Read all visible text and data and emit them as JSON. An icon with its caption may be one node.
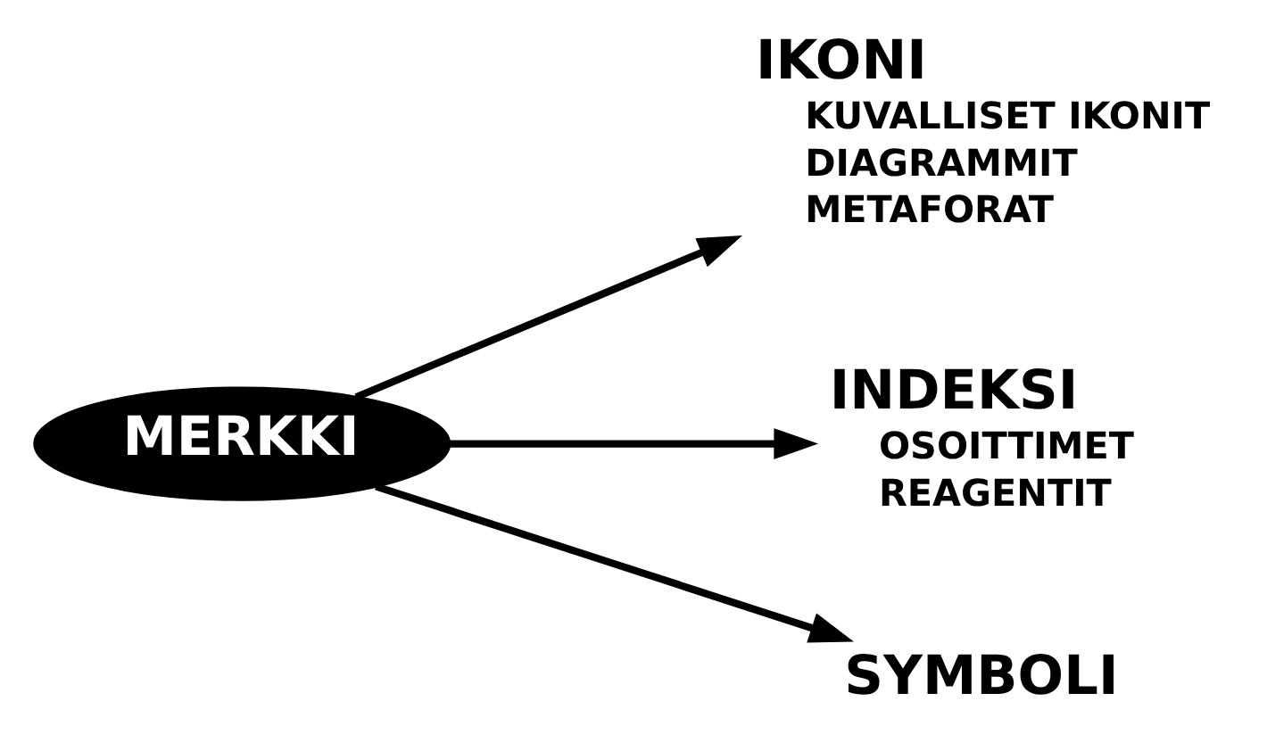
{
  "diagram": {
    "nodes": [
      {
        "text": [
          "MERKKI"
        ]
      },
      {
        "text": [
          "IKONI",
          "KUVALLISET IKONIT",
          "DIAGRAMMIT",
          "METAFORAT"
        ]
      },
      {
        "text": [
          "INDEKSI",
          "OSOITTIMET",
          "REAGENTIT"
        ]
      },
      {
        "text": [
          "SYMBOLI"
        ]
      }
    ],
    "edges": [
      {
        "from": 0,
        "to": 1,
        "arrow": "to"
      },
      {
        "from": 0,
        "to": 2,
        "arrow": "to"
      },
      {
        "from": 0,
        "to": 3,
        "arrow": "to"
      }
    ]
  }
}
